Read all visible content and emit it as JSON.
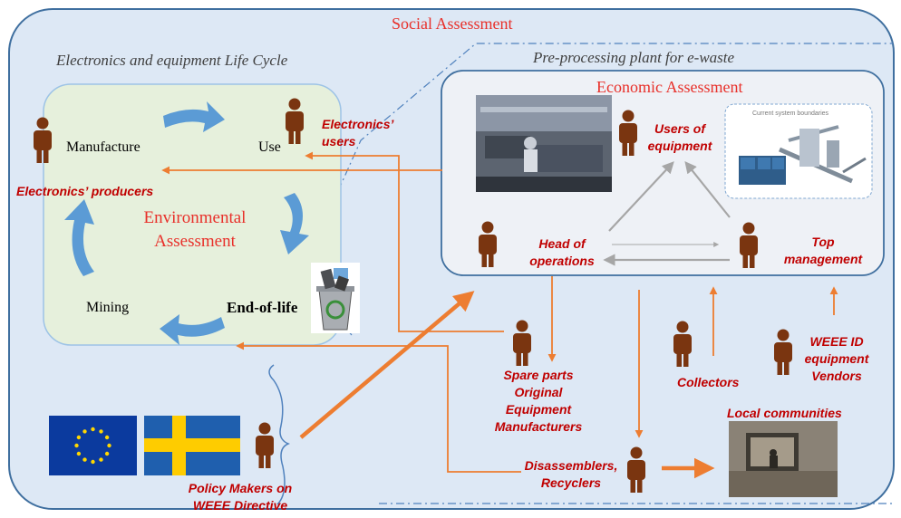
{
  "titles": {
    "social": "Social Assessment",
    "lifecycle": "Electronics and equipment Life Cycle",
    "preprocessing": "Pre-processing plant for e-waste",
    "economic": "Economic Assessment",
    "environmental_line1": "Environmental",
    "environmental_line2": "Assessment"
  },
  "cycle_stages": {
    "manufacture": "Manufacture",
    "use": "Use",
    "end_of_life": "End-of-life",
    "mining": "Mining"
  },
  "actors": {
    "electronics_users_line1": "Electronics’",
    "electronics_users_line2": "users",
    "electronics_producers": "Electronics’ producers",
    "users_of_equipment_line1": "Users of",
    "users_of_equipment_line2": "equipment",
    "head_of_operations_line1": "Head of",
    "head_of_operations_line2": "operations",
    "top_management_line1": "Top",
    "top_management_line2": "management",
    "spare_parts_line1": "Spare parts",
    "spare_parts_line2": "Original",
    "spare_parts_line3": "Equipment",
    "spare_parts_line4": "Manufacturers",
    "collectors": "Collectors",
    "weee_vendors_line1": "WEEE ID",
    "weee_vendors_line2": "equipment",
    "weee_vendors_line3": "Vendors",
    "disassemblers_line1": "Disassemblers,",
    "disassemblers_line2": "Recyclers",
    "local_communities": "Local communities",
    "policy_makers_line1": "Policy Makers on",
    "policy_makers_line2": "WEEE Directive"
  },
  "images": {
    "system_boundary_caption": "Current system boundaries"
  },
  "colors": {
    "outer_fill": "#dde8f5",
    "outer_stroke": "#3f6f9f",
    "lifecycle_fill": "#e6f0dc",
    "economic_fill": "#eef1f6",
    "cycle_arrow": "#5b9bd5",
    "orange_arrow": "#ed7d31",
    "gray_arrow": "#a6a6a6",
    "person": "#7a3510",
    "label_red": "#c00000"
  }
}
